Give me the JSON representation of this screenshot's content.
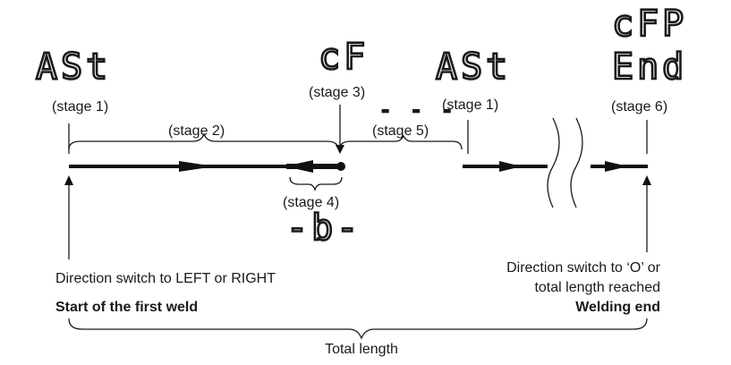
{
  "displays": {
    "ast_left": "ASt",
    "cf": "cF",
    "ast_right": "ASt",
    "cfp": "cFP",
    "end": "End",
    "dashes": "- - -",
    "b": "-b-"
  },
  "stages": {
    "stage1_left": "(stage 1)",
    "stage2": "(stage 2)",
    "stage3": "(stage 3)",
    "stage1_right": "(stage 1)",
    "stage5": "(stage 5)",
    "stage6": "(stage 6)",
    "stage4": "(stage 4)"
  },
  "notes": {
    "start_line": "Direction switch to LEFT or RIGHT",
    "start_bold": "Start of the first weld",
    "end_line1": "Direction switch to ‘O’ or",
    "end_line2": "total length reached",
    "end_bold": "Welding end",
    "total_length": "Total length"
  },
  "colors": {
    "ink": "#111111"
  }
}
